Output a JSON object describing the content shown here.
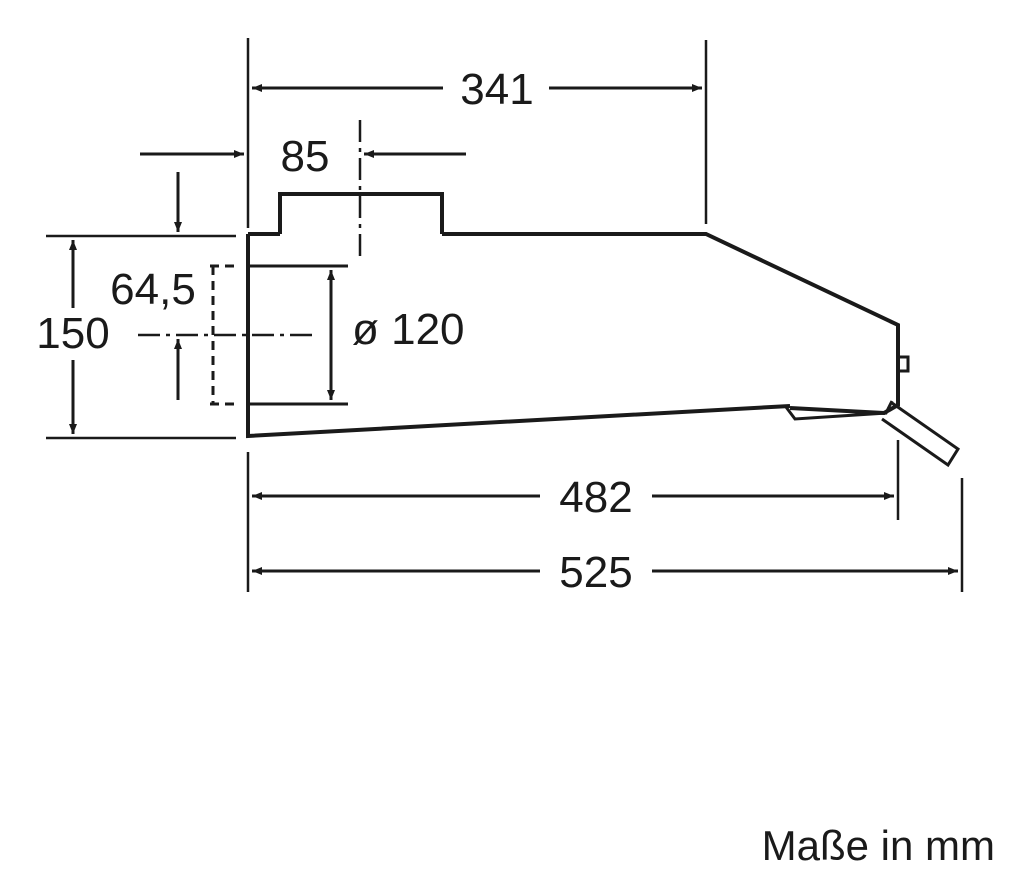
{
  "dimensions": {
    "width_top": "341",
    "outlet_offset": "85",
    "total_height": "150",
    "outlet_center": "64,5",
    "outlet_diameter": "ø 120",
    "depth_body": "482",
    "depth_total": "525"
  },
  "caption": "Maße in mm",
  "colors": {
    "line": "#1a1a1a",
    "background": "#ffffff"
  }
}
